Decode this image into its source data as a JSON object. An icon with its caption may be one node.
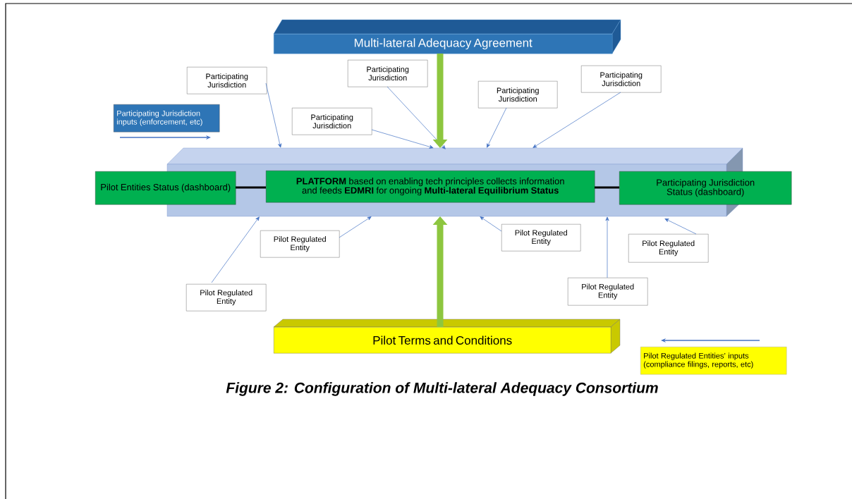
{
  "diagram": {
    "caption": "Figure 2: Configuration of Multi-lateral Adequacy Consortium",
    "nodes": [
      {
        "text": [
          "Multi-lateral Adequacy Agreement"
        ]
      },
      {
        "text": [],
        "shape": "bar"
      },
      {
        "text": [
          "Pilot Entities Status (dashboard)"
        ]
      },
      {
        "text": [
          "**PLATFORM** based on enabling tech principles collects information and feeds **EDMRI** for ongoing **Multi-lateral Equilibrium Status**"
        ],
        "in": 1
      },
      {
        "text": [
          "Participating Jurisdiction Status (dashboard)"
        ]
      },
      {
        "text": [
          "Participating Jurisdiction"
        ]
      },
      {
        "text": [
          "Participating Jurisdiction"
        ]
      },
      {
        "text": [
          "Participating Jurisdiction"
        ]
      },
      {
        "text": [
          "Participating Jurisdiction"
        ]
      },
      {
        "text": [
          "Participating Jurisdiction"
        ]
      },
      {
        "text": [
          "Participating Jurisdiction inputs (enforcement, etc)"
        ]
      },
      {
        "text": [
          "Pilot Regulated Entity"
        ]
      },
      {
        "text": [
          "Pilot Regulated Entity"
        ]
      },
      {
        "text": [
          "Pilot Regulated Entity"
        ]
      },
      {
        "text": [
          "Pilot Regulated Entity"
        ]
      },
      {
        "text": [
          "Pilot Regulated Entity"
        ]
      },
      {
        "text": [
          "Pilot Terms and Conditions"
        ]
      },
      {
        "text": [
          "Pilot Regulated Entities’ inputs (compliance filings, reports, etc)"
        ]
      }
    ],
    "edges": [
      {
        "from": 5,
        "to": 1,
        "arrow": "to"
      },
      {
        "from": 6,
        "to": 1,
        "arrow": "to"
      },
      {
        "from": 7,
        "to": 1,
        "arrow": "to"
      },
      {
        "from": 8,
        "to": 1,
        "arrow": "to"
      },
      {
        "from": 9,
        "to": 1,
        "arrow": "to"
      },
      {
        "from": 0,
        "to": 1,
        "arrow": "to",
        "style": "thick",
        "color": "#8dc63f"
      },
      {
        "from": 11,
        "to": 1,
        "arrow": "to"
      },
      {
        "from": 12,
        "to": 1,
        "arrow": "to"
      },
      {
        "from": 13,
        "to": 1,
        "arrow": "to"
      },
      {
        "from": 14,
        "to": 1,
        "arrow": "to"
      },
      {
        "from": 15,
        "to": 1,
        "arrow": "to"
      },
      {
        "from": 16,
        "to": 1,
        "arrow": "to",
        "style": "thick",
        "color": "#8dc63f"
      },
      {
        "from": 2,
        "to": 3,
        "arrow": "none",
        "style": "thick",
        "color": "#000000"
      },
      {
        "from": 3,
        "to": 4,
        "arrow": "none",
        "style": "thick",
        "color": "#000000"
      }
    ]
  }
}
